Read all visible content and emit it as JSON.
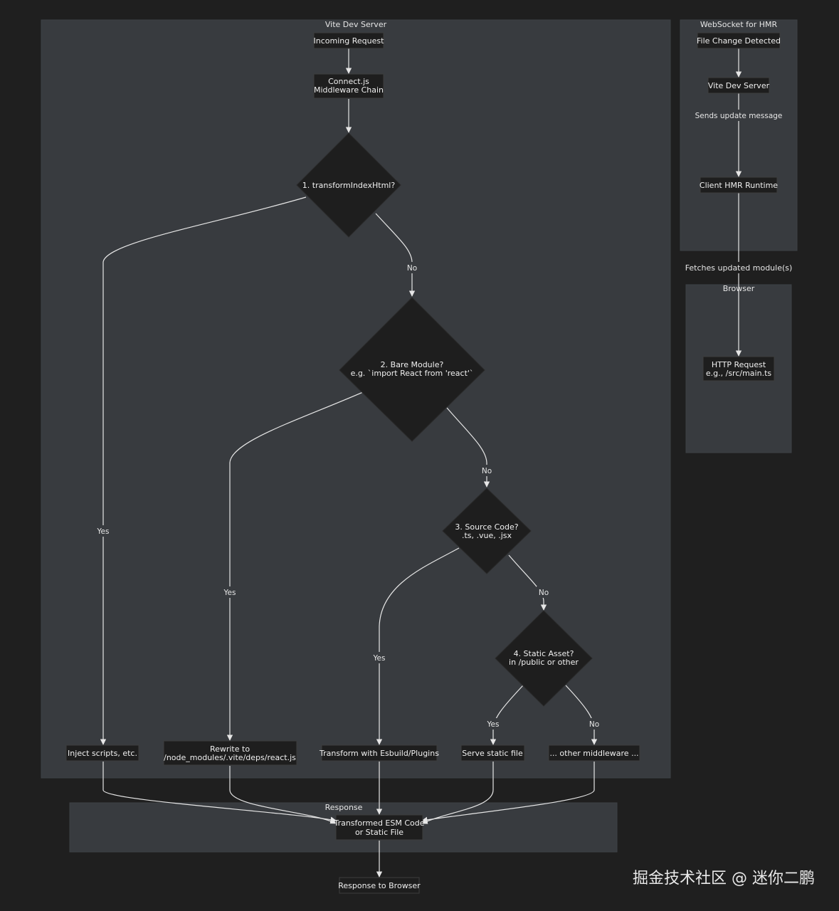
{
  "clusters": {
    "vite": "Vite Dev Server",
    "websocket": "WebSocket for HMR",
    "browser": "Browser",
    "response": "Response"
  },
  "nodes": {
    "incoming": [
      "Incoming Request"
    ],
    "connect": [
      "Connect.js",
      "Middleware Chain"
    ],
    "d1": [
      "1. transformIndexHtml?"
    ],
    "d2": [
      "2. Bare Module?",
      "e.g. `import React from 'react'`"
    ],
    "d3": [
      "3. Source Code?",
      ".ts, .vue, .jsx"
    ],
    "d4": [
      "4. Static Asset?",
      "in /public or other"
    ],
    "inject": [
      "Inject scripts, etc."
    ],
    "rewrite": [
      "Rewrite to",
      "/node_modules/.vite/deps/react.js"
    ],
    "transform": [
      "Transform with Esbuild/Plugins"
    ],
    "serve": [
      "Serve static file"
    ],
    "other": [
      "... other middleware ..."
    ],
    "esm": [
      "Transformed ESM Code",
      "or Static File"
    ],
    "resp": [
      "Response to Browser"
    ],
    "fcd": [
      "File Change Detected"
    ],
    "vds": [
      "Vite Dev Server"
    ],
    "hmr": [
      "Client HMR Runtime"
    ],
    "http": [
      "HTTP Request",
      "e.g., /src/main.ts"
    ]
  },
  "edge_labels": {
    "yes": "Yes",
    "no": "No",
    "sends": "Sends update message",
    "fetches": "Fetches updated module(s)"
  },
  "watermark": "掘金技术社区 @ 迷你二鹏"
}
